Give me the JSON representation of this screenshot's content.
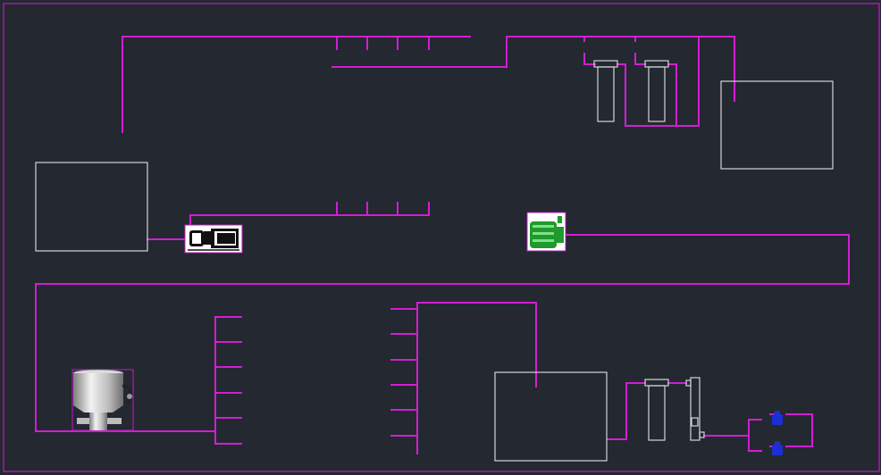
{
  "canvas": {
    "background": "#232831"
  },
  "colors": {
    "pipe": "#d21ed2",
    "frame": "#c21cc2",
    "tank": "#d4d4d4",
    "pump_body": "#1e9b2a",
    "pump_highlight": "#7fe08a",
    "valve": "#1c2fd6",
    "metal_light": "#eeeeee",
    "metal_dark": "#8a8a8a",
    "icon_bg": "#ffffff",
    "icon_ink": "#111111"
  },
  "components": [
    {
      "id": "tank-left",
      "kind": "tank",
      "label": ""
    },
    {
      "id": "tank-top-right",
      "kind": "tank",
      "label": ""
    },
    {
      "id": "tank-bottom-center",
      "kind": "tank",
      "label": ""
    },
    {
      "id": "filter-top-a",
      "kind": "filter-cartridge",
      "label": ""
    },
    {
      "id": "filter-top-b",
      "kind": "filter-cartridge",
      "label": ""
    },
    {
      "id": "filter-bottom",
      "kind": "filter-cartridge",
      "label": ""
    },
    {
      "id": "centrifugal-pump",
      "kind": "pump",
      "label": ""
    },
    {
      "id": "green-motor-pump",
      "kind": "motor-pump",
      "label": ""
    },
    {
      "id": "stainless-vessel",
      "kind": "mixing-vessel",
      "label": ""
    },
    {
      "id": "flow-meter",
      "kind": "meter",
      "label": ""
    },
    {
      "id": "valve-upper",
      "kind": "valve",
      "label": ""
    },
    {
      "id": "valve-lower",
      "kind": "valve",
      "label": ""
    }
  ],
  "manifolds": [
    {
      "id": "manifold-top",
      "taps": 4
    },
    {
      "id": "manifold-middle",
      "taps": 4
    },
    {
      "id": "manifold-lower-left",
      "taps": 6
    },
    {
      "id": "manifold-lower-center",
      "taps": 6
    }
  ]
}
